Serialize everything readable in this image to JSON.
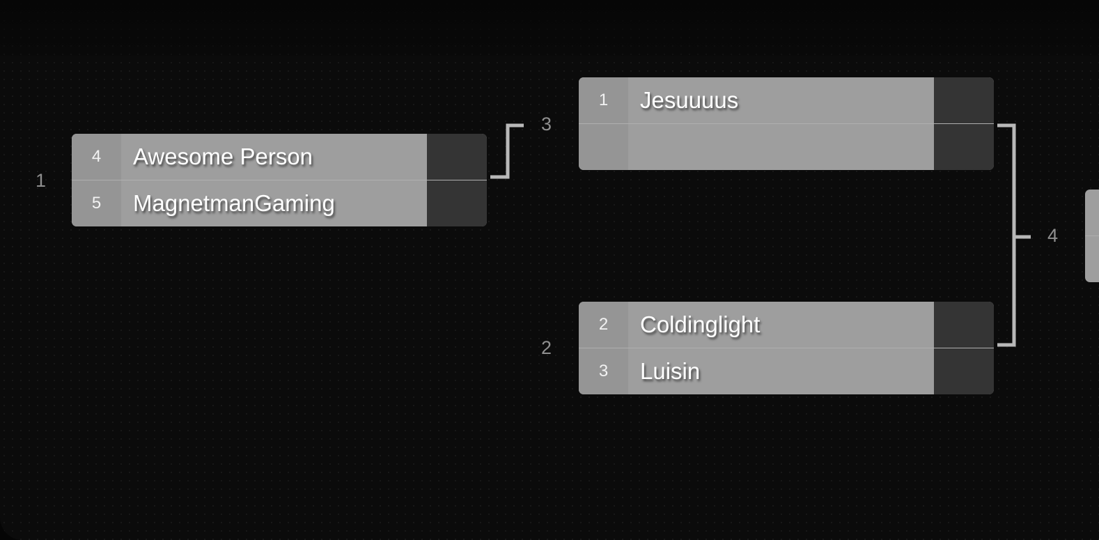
{
  "bracket": {
    "matches": [
      {
        "number": "1",
        "players": [
          {
            "seed": "4",
            "name": "Awesome Person"
          },
          {
            "seed": "5",
            "name": "MagnetmanGaming"
          }
        ]
      },
      {
        "number": "3",
        "players": [
          {
            "seed": "1",
            "name": "Jesuuuus"
          },
          {
            "seed": "",
            "name": ""
          }
        ]
      },
      {
        "number": "2",
        "players": [
          {
            "seed": "2",
            "name": "Coldinglight"
          },
          {
            "seed": "3",
            "name": "Luisin"
          }
        ]
      },
      {
        "number": "4",
        "players": []
      }
    ]
  },
  "colors": {
    "background": "#0b0b0b",
    "card": "#9e9e9e",
    "seed_cell": "#959595",
    "score_cell": "#343434",
    "connector": "#b8b8b8",
    "match_number": "#8f8f8f"
  }
}
